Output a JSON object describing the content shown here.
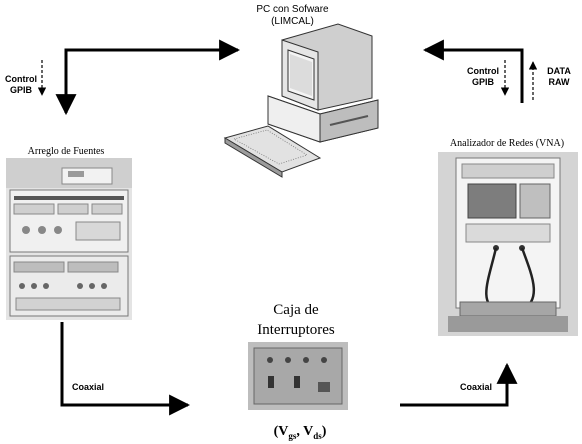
{
  "pc": {
    "title_line1": "PC con Sofware",
    "title_line2": "(LIMCAL)"
  },
  "left_control": {
    "line1": "Control",
    "line2": "GPIB"
  },
  "right_control": {
    "line1": "Control",
    "line2": "GPIB"
  },
  "data_raw": {
    "line1": "DATA",
    "line2": "RAW"
  },
  "sources": {
    "title": "Arreglo de Fuentes"
  },
  "vna": {
    "title": "Analizador de Redes (VNA)"
  },
  "switchbox": {
    "title_line1": "Caja de",
    "title_line2": "Interruptores",
    "voltages": "(V",
    "vg_sub": "gs",
    "sep": ", V",
    "vd_sub": "ds",
    "close": ")"
  },
  "coaxial_left": "Coaxial",
  "coaxial_right": "Coaxial",
  "colors": {
    "arrow": "#000000",
    "photo_bg": "#d9d9d9",
    "panel": "#bfbfbf"
  }
}
